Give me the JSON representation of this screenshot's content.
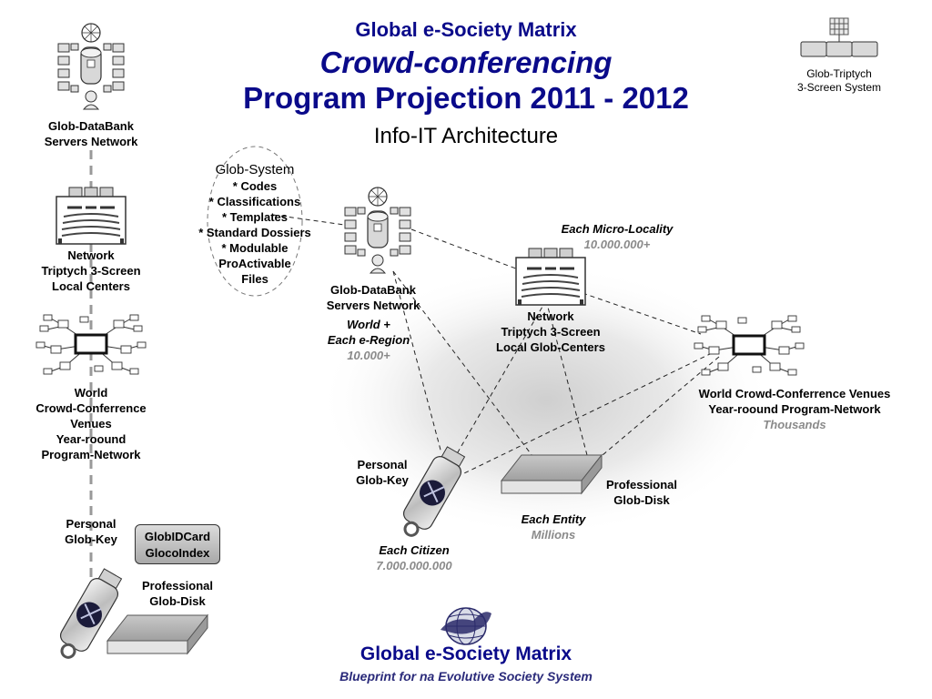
{
  "header": {
    "title_small": "Global e-Society Matrix",
    "title_main": "Crowd-conferencing",
    "title_sub": "Program Projection 2011 - 2012",
    "title_arch": "Info-IT Architecture"
  },
  "labels": {
    "left_databank": [
      "Glob-DataBank",
      "Servers Network"
    ],
    "left_triptych": [
      "Network",
      "Triptych 3-Screen",
      "Local Centers"
    ],
    "left_world": [
      "World",
      "Crowd-Conferrence",
      "Venues",
      "Year-roound",
      "Program-Network"
    ],
    "left_key": [
      "Personal",
      "Glob-Key"
    ],
    "left_disk": [
      "Professional",
      "Glob-Disk"
    ],
    "globid_card": [
      "GlobIDCard",
      "GlocoIndex"
    ],
    "top_right_triptych": [
      "Glob-Triptych",
      "3-Screen System"
    ],
    "glob_system": {
      "title": "Glob-System",
      "items": [
        "* Codes",
        "* Classifications",
        "* Templates",
        "* Standard Dossiers",
        "* Modulable",
        "ProActivable",
        "Files"
      ]
    },
    "center_databank": [
      "Glob-DataBank",
      "Servers Network"
    ],
    "center_databank_scope": [
      "World +",
      "Each e-Region"
    ],
    "center_databank_count": "10.000+",
    "center_triptych": [
      "Network",
      "Triptych 3-Screen",
      "Local Glob-Centers"
    ],
    "micro_locality": "Each Micro-Locality",
    "micro_locality_count": "10.000.000+",
    "right_world": [
      "World Crowd-Conferrence Venues",
      "Year-roound Program-Network"
    ],
    "right_world_count": "Thousands",
    "center_key": [
      "Personal",
      "Glob-Key"
    ],
    "each_citizen": "Each Citizen",
    "each_citizen_count": "7.000.000.000",
    "center_disk": [
      "Professional",
      "Glob-Disk"
    ],
    "each_entity": "Each Entity",
    "each_entity_count": "Millions"
  },
  "footer": {
    "title": "Global e-Society Matrix",
    "subtitle": "Blueprint for na Evolutive Society System"
  },
  "colors": {
    "title_blue": "#0a0a8a",
    "subtitle_blue": "#2a2a7a",
    "muted_grey": "#8a8a8a"
  }
}
